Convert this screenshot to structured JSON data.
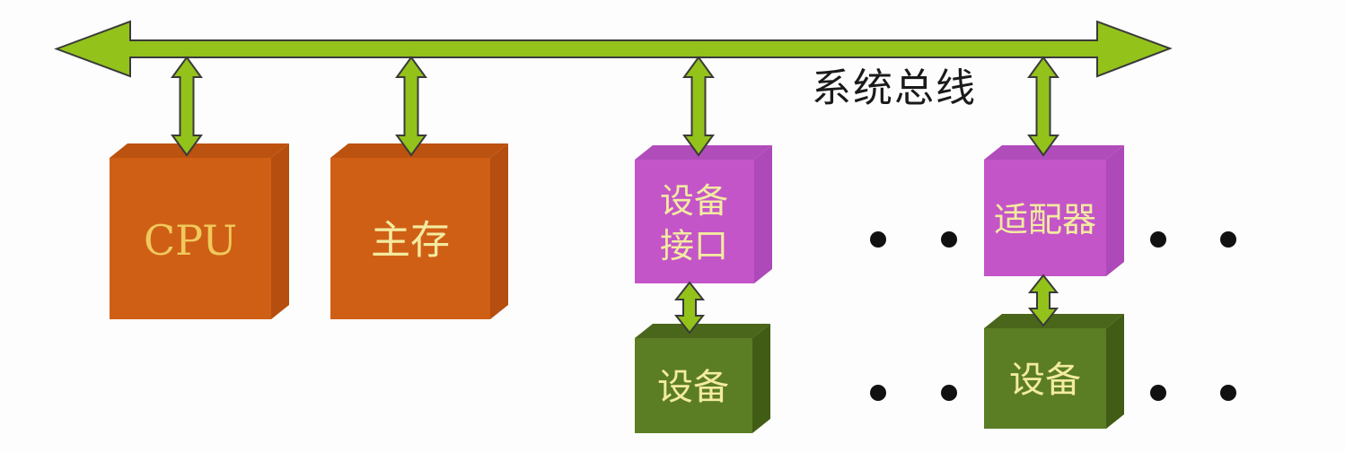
{
  "bus": {
    "label": "系统总线"
  },
  "nodes": {
    "cpu": {
      "label": "CPU"
    },
    "main_memory": {
      "label": "主存"
    },
    "device_interface": {
      "label_line1": "设备",
      "label_line2": "接口"
    },
    "adapter": {
      "label": "适配器"
    },
    "device_under_interface": {
      "label": "设备"
    },
    "device_under_adapter": {
      "label": "设备"
    }
  },
  "icons": {
    "bus": "horizontal-double-arrow",
    "links": "vertical-double-arrow",
    "ellipsis": "black-dots"
  },
  "colors": {
    "background": "#FDFDFD",
    "bus_green": "#93C21B",
    "bus_stroke": "#3A3A3A",
    "bus_label": "#1A1A1A",
    "orange_front": "#D05F16",
    "orange_top": "#BC5210",
    "orange_side": "#B54E0E",
    "purple_front": "#C455C9",
    "purple_top": "#B14CBB",
    "purple_side": "#AD49B8",
    "green_front": "#5B7D24",
    "green_top": "#4A661A",
    "green_side": "#415C15",
    "label_gold": "#F0C95C",
    "label_pale": "#F3EBA0",
    "dot": "#111111"
  }
}
